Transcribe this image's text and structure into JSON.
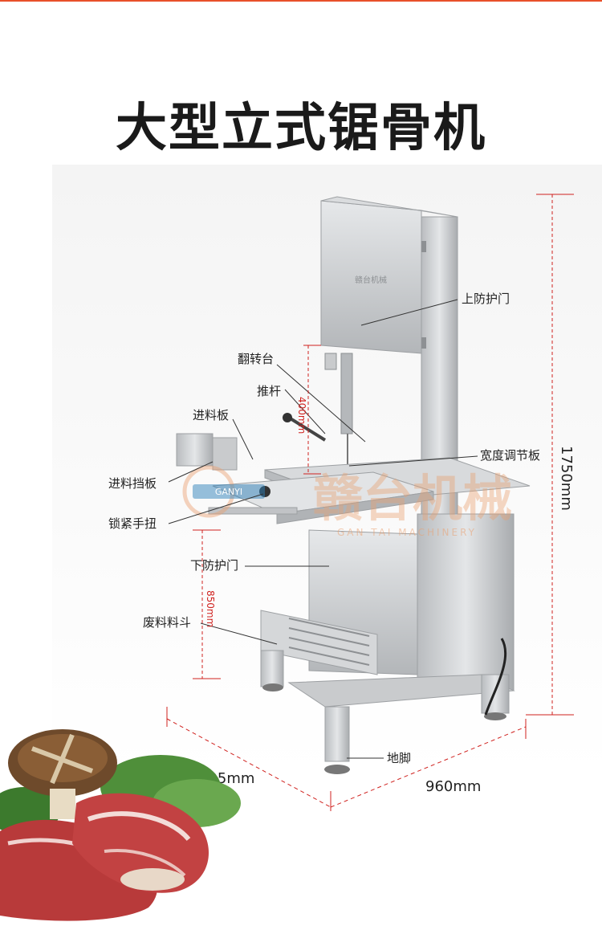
{
  "title": "大型立式锯骨机",
  "brand": {
    "logo_text": "赣台机械",
    "watermark_cn": "赣台机械",
    "watermark_en": "GAN TAI MACHINERY",
    "badge": "GANYI"
  },
  "labels": {
    "upper_guard_door": "上防护门",
    "flip_table": "翻转台",
    "push_rod": "推杆",
    "feed_plate": "进料板",
    "width_adjust_plate": "宽度调节板",
    "feed_baffle": "进料挡板",
    "lock_knob": "锁紧手扭",
    "lower_guard_door": "下防护门",
    "waste_hopper": "废料料斗",
    "foot": "地脚"
  },
  "dimensions": {
    "height": "1750mm",
    "blade_opening": "400mm",
    "table_height": "850mm",
    "depth": "895mm",
    "width": "960mm"
  },
  "colors": {
    "accent": "#e8502a",
    "dimension_line": "#d0221f",
    "steel": "#c9cbcd"
  }
}
